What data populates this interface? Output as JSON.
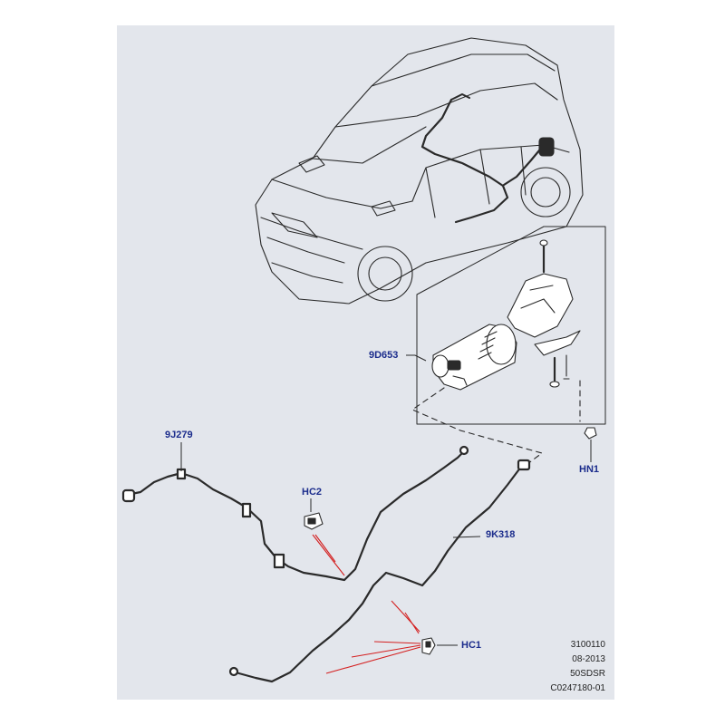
{
  "callouts": {
    "canister": "9D653",
    "front_hose": "9J279",
    "clip_2": "HC2",
    "rear_hose": "9K318",
    "nut": "HN1",
    "clip_1": "HC1"
  },
  "reference_block": {
    "line1": "3100110",
    "line2": "08-2013",
    "line3": "50SDSR",
    "line4": "C0247180-01"
  },
  "colors": {
    "sheet_background": "#e3e6ec",
    "linework": "#222222",
    "callout_text": "#1b2c8c",
    "pointer_lines": "#d42020"
  }
}
